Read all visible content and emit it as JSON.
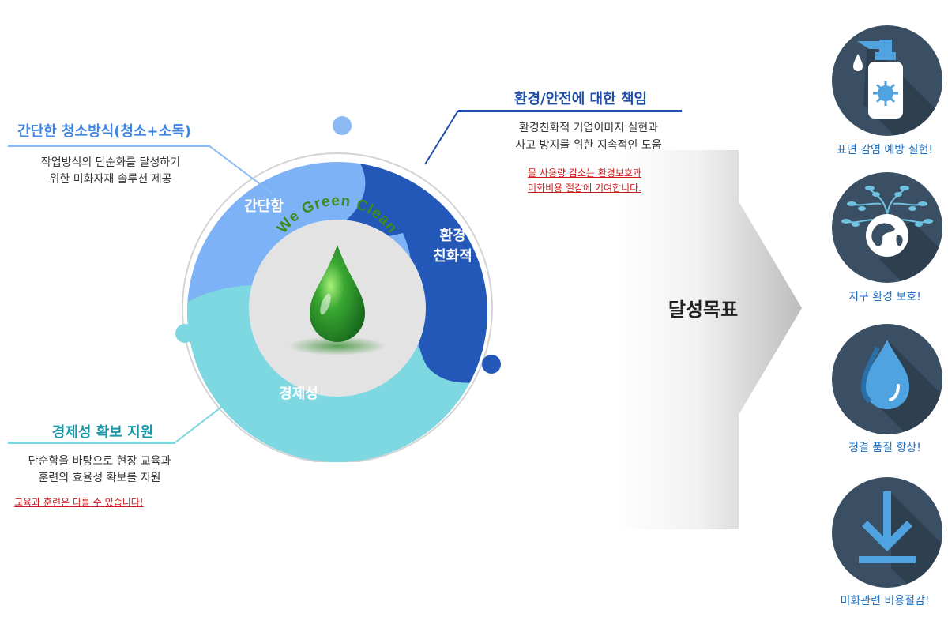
{
  "center": {
    "slogan": "We Green Clean",
    "segments": [
      {
        "label": "간단함"
      },
      {
        "label_line1": "환경",
        "label_line2": "친화적"
      },
      {
        "label": "경제성"
      }
    ]
  },
  "left_top": {
    "title": "간단한 청소방식(청소+소독)",
    "desc_line1": "작업방식의 단순화를 달성하기",
    "desc_line2": "위한 미화자재 솔루션 제공"
  },
  "left_bottom": {
    "title": "경제성 확보 지원",
    "desc_line1": "단순함을 바탕으로 현장 교육과",
    "desc_line2": "훈련의 효율성 확보를 지원",
    "note": "교육과 훈련은 다를 수 있습니다!"
  },
  "right_top": {
    "title": "환경/안전에 대한 책임",
    "desc_line1": "환경친화적 기업이미지 실현과",
    "desc_line2": "사고 방지를 위한 지속적인 도움",
    "note_line1": "물 사용량 감소는 환경보호과",
    "note_line2": "미화비용 절감에 기여합니다."
  },
  "goal_label": "달성목표",
  "goals": [
    {
      "icon": "sanitizer-virus-icon",
      "label": "표면 감염 예방 실현!"
    },
    {
      "icon": "earth-tree-icon",
      "label": "지구 환경 보호!"
    },
    {
      "icon": "water-drop-icon",
      "label": "청결 품질 향상!"
    },
    {
      "icon": "down-arrow-icon",
      "label": "미화관련 비용절감!"
    }
  ],
  "colors": {
    "simple": "#7eb2f7",
    "eco": "#2358b8",
    "economy": "#7ed8e2",
    "drop": "#2e9e2a",
    "slogan": "#3f8a1c",
    "icon_bg": "#3a4f63",
    "icon_blue": "#4fa3e0",
    "note_red": "#cc1a1a"
  }
}
